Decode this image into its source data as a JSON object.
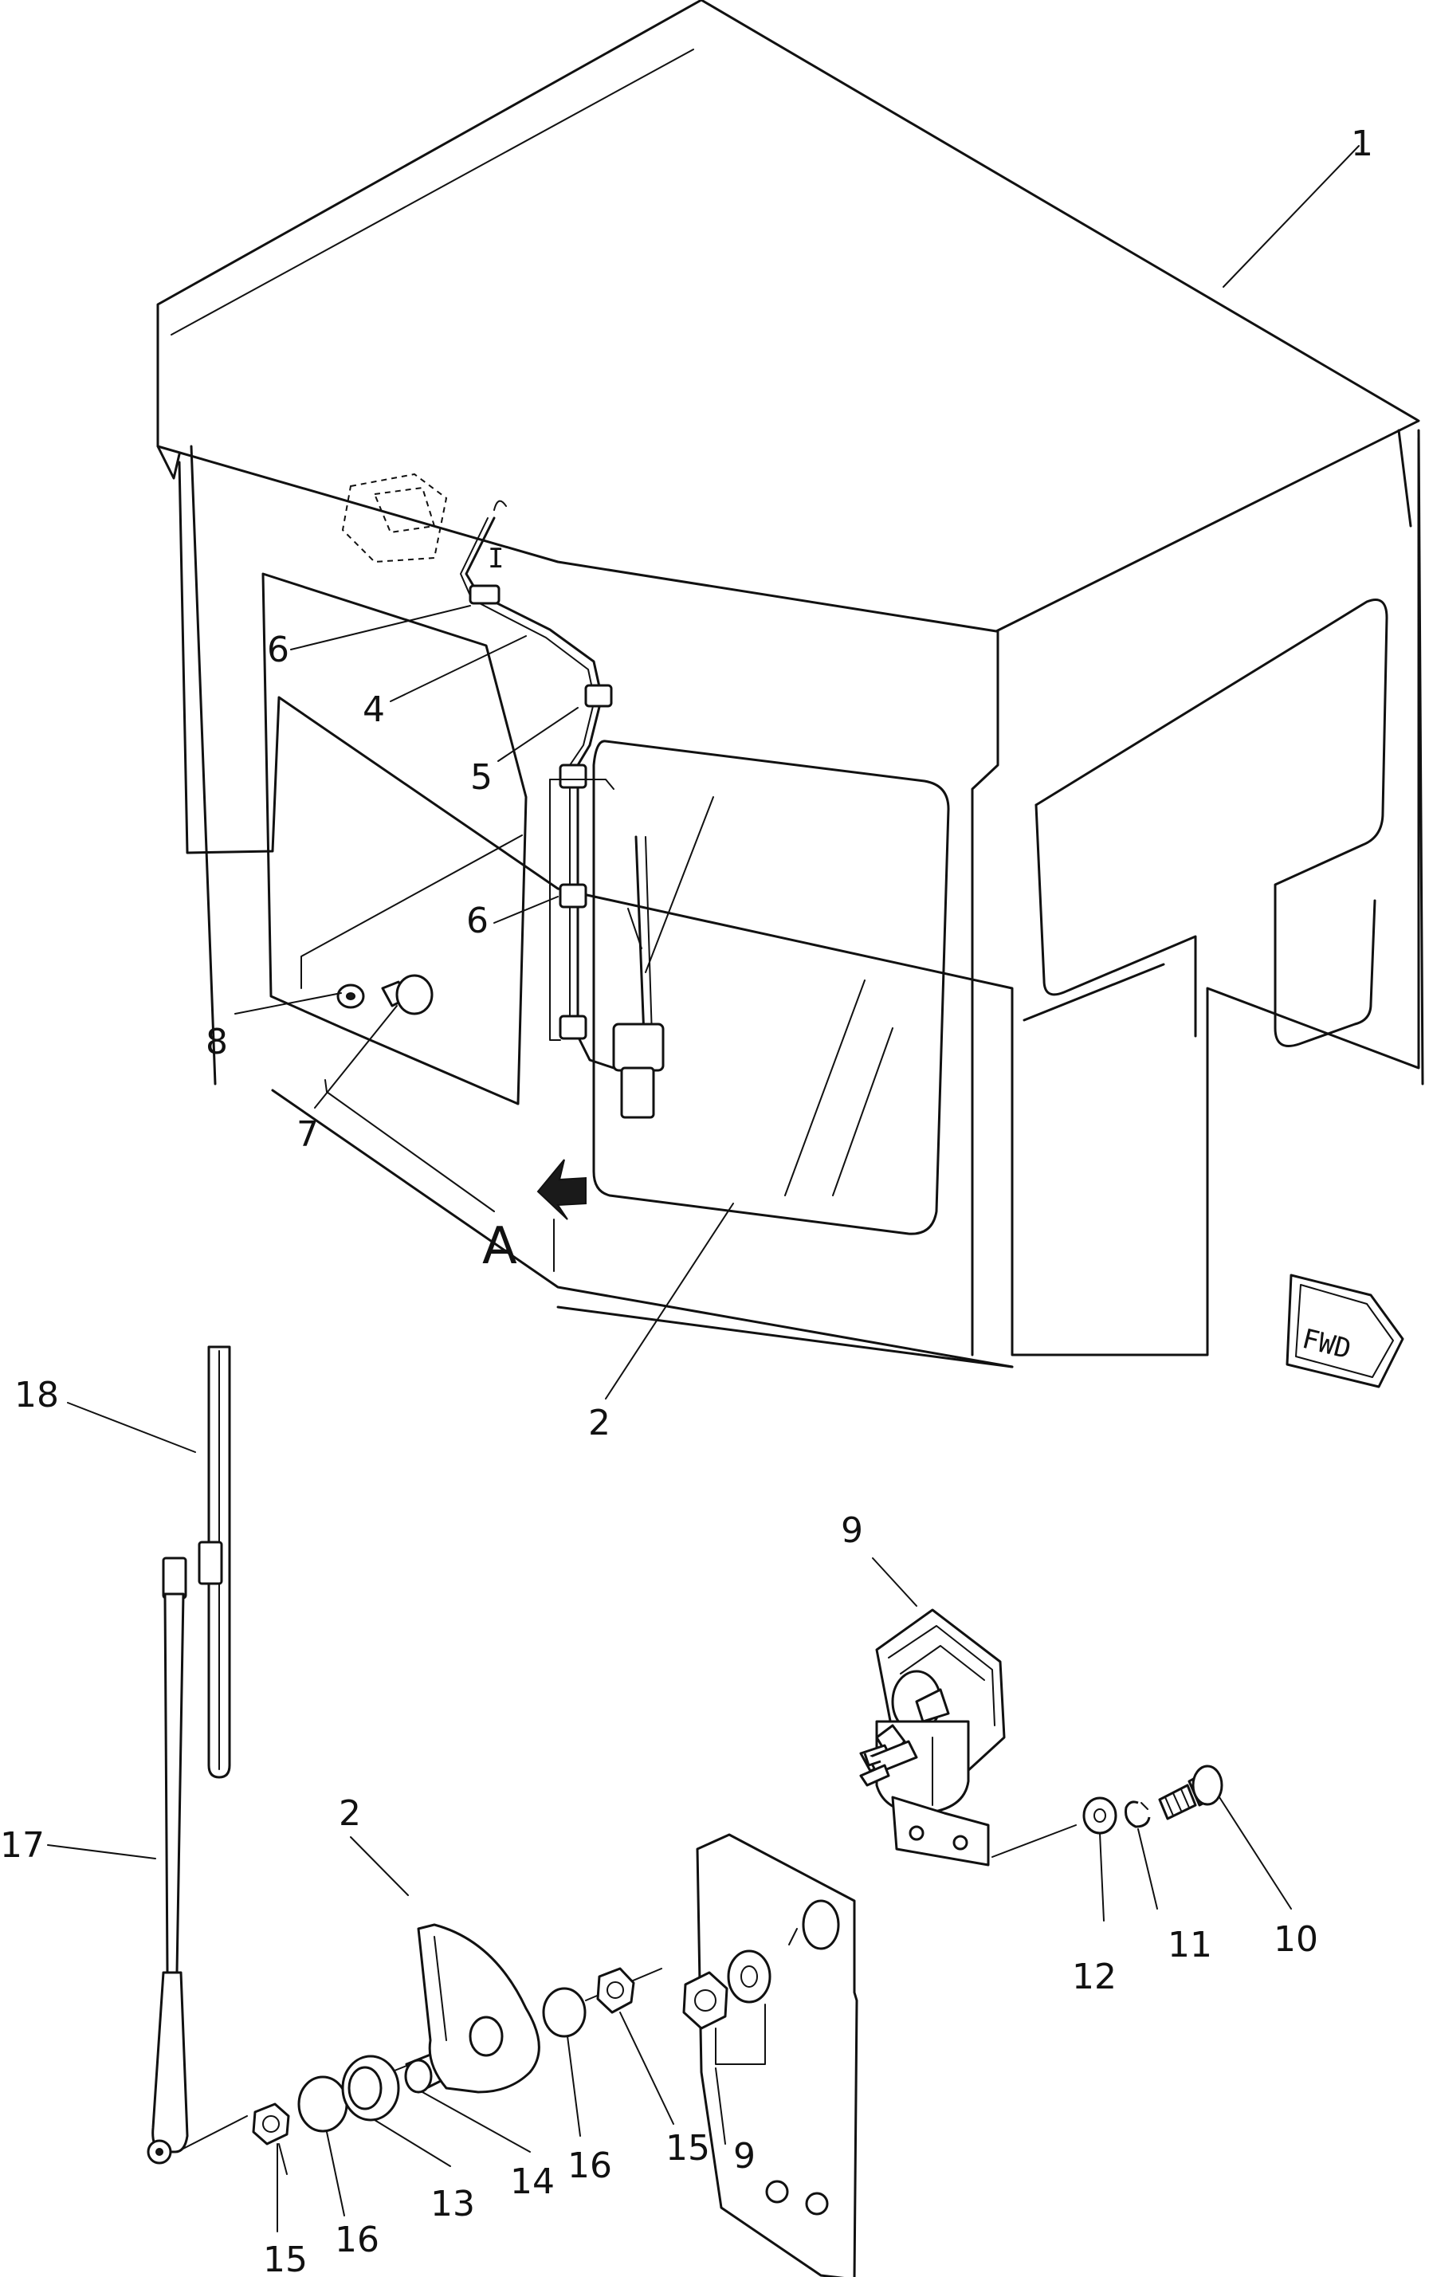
{
  "diagram": {
    "callouts": {
      "c1": "1",
      "c2_cab": "2",
      "c4": "4",
      "c5": "5",
      "c6_upper": "6",
      "c6_lower": "6",
      "c7": "7",
      "c8": "8",
      "c18": "18",
      "c17": "17",
      "c2_plate": "2",
      "c9_motor": "9",
      "c9_kit": "9",
      "c10": "10",
      "c11": "11",
      "c12": "12",
      "c13": "13",
      "c14": "14",
      "c15_mid": "15",
      "c15_low": "15",
      "c16_mid": "16",
      "c16_low": "16"
    },
    "view_label": "A",
    "fwd_label": "FWD",
    "arrow_icon": "direction-arrow-icon",
    "line_color": "#111111",
    "background": "#ffffff"
  }
}
